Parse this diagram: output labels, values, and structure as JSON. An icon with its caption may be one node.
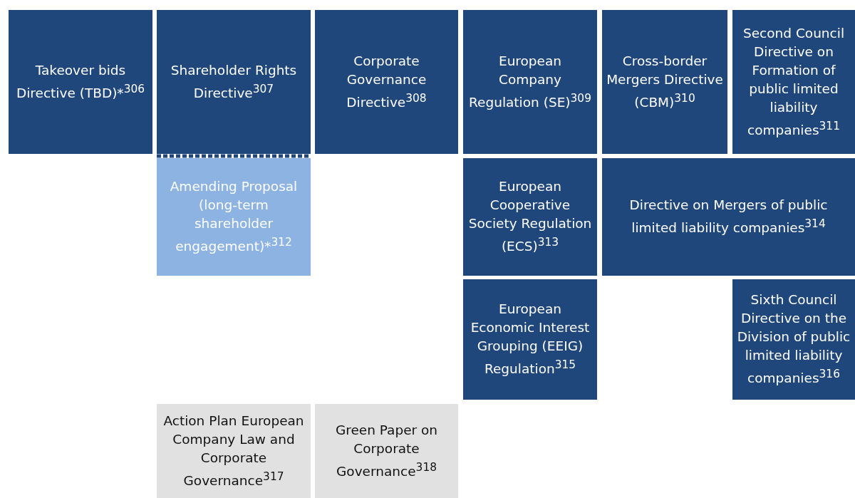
{
  "diagram": {
    "nodes": [
      {
        "text": [
          "Takeover bids Directive (TBD)*$^{306}$"
        ]
      },
      {
        "text": [
          "Shareholder Rights Directive$^{307}$"
        ]
      },
      {
        "text": [
          "Corporate Governance Directive$^{308}$"
        ]
      },
      {
        "text": [
          "European Company Regulation (SE)$^{309}$"
        ]
      },
      {
        "text": [
          "Cross-border Mergers Directive (CBM)$^{310}$"
        ]
      },
      {
        "text": [
          "Second Council Directive on Formation of public limited liability companies$^{311}$"
        ]
      },
      {
        "text": [
          "Amending Proposal (long-term shareholder engagement)*$^{312}$"
        ]
      },
      {
        "text": [
          "European Cooperative Society Regulation (ECS)$^{313}$"
        ]
      },
      {
        "text": [
          "Directive on Mergers of public limited liability companies$^{314}$"
        ]
      },
      {
        "text": [
          "European Economic Interest Grouping (EEIG) Regulation$^{315}$"
        ]
      },
      {
        "text": [
          "Sixth Council Directive on the Division of public limited liability companies$^{316}$"
        ]
      },
      {
        "text": [
          "Action Plan European Company Law and Corporate Governance$^{317}$"
        ]
      },
      {
        "text": [
          "Green Paper on Corporate Governance$^{318}$"
        ]
      }
    ],
    "edges": [
      {
        "from": 1,
        "to": 6,
        "arrow": "none",
        "style": "dashed"
      }
    ]
  }
}
